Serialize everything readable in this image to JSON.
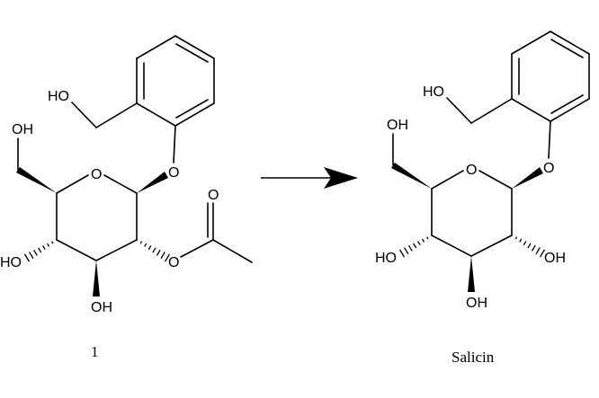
{
  "compound_1": {
    "caption": "1",
    "labels": {
      "benzyl_oh": "HO",
      "c6_oh": "OH",
      "ring_o": "O",
      "phenoxy_o": "O",
      "c4_oh": "HO",
      "c3_oh": "OH",
      "ester_o": "O",
      "carbonyl_o": "O"
    }
  },
  "arrow": {
    "direction": "right"
  },
  "salicin": {
    "caption": "Salicin",
    "labels": {
      "benzyl_oh": "HO",
      "c6_oh": "OH",
      "ring_o": "O",
      "phenoxy_o": "O",
      "c4_oh": "HO",
      "c3_oh": "OH",
      "c2_oh": "OH"
    }
  }
}
